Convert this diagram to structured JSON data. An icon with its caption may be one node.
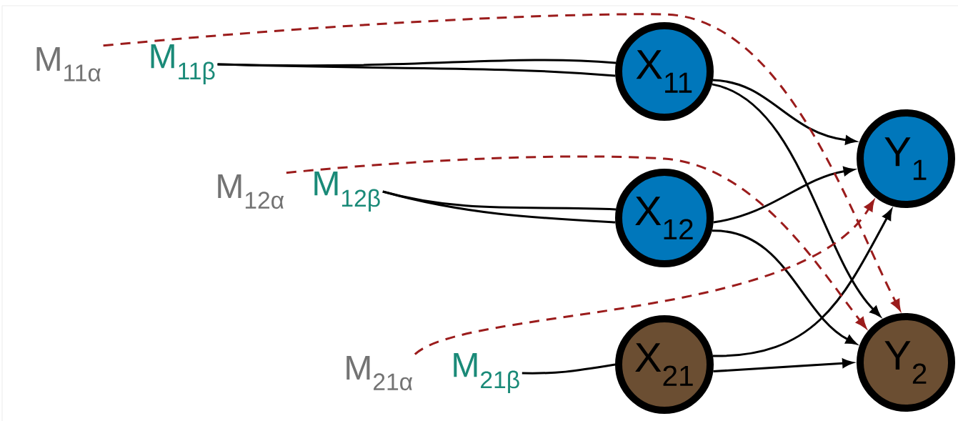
{
  "diagram": {
    "nodes": [
      {
        "text": [
          "M$_{11α}$"
        ]
      },
      {
        "text": [
          "M$_{11β}$"
        ]
      },
      {
        "text": [
          "M$_{12α}$"
        ]
      },
      {
        "text": [
          "M$_{12β}$"
        ]
      },
      {
        "text": [
          "M$_{21α}$"
        ]
      },
      {
        "text": [
          "M$_{21β}$"
        ]
      },
      {
        "text": [
          "X$_{11}$"
        ]
      },
      {
        "text": [
          "X$_{12}$"
        ]
      },
      {
        "text": [
          "X$_{21}$"
        ]
      },
      {
        "text": [
          "Y$_{1}$"
        ]
      },
      {
        "text": [
          "Y$_{2}$"
        ]
      }
    ],
    "edges": [
      {
        "from": 1,
        "to": 6,
        "arrow": "none"
      },
      {
        "from": 1,
        "to": 6,
        "arrow": "none"
      },
      {
        "from": 3,
        "to": 7,
        "arrow": "none"
      },
      {
        "from": 3,
        "to": 7,
        "arrow": "none"
      },
      {
        "from": 5,
        "to": 8,
        "arrow": "none"
      },
      {
        "from": 6,
        "to": 9,
        "arrow": "to"
      },
      {
        "from": 6,
        "to": 10,
        "arrow": "to"
      },
      {
        "from": 7,
        "to": 9,
        "arrow": "to"
      },
      {
        "from": 7,
        "to": 10,
        "arrow": "to"
      },
      {
        "from": 8,
        "to": 9,
        "arrow": "to"
      },
      {
        "from": 8,
        "to": 10,
        "arrow": "to"
      },
      {
        "from": 0,
        "to": 10,
        "arrow": "to",
        "style": "dashed",
        "color": "#9b1c1c"
      },
      {
        "from": 2,
        "to": 10,
        "arrow": "to",
        "style": "dashed",
        "color": "#9b1c1c"
      },
      {
        "from": 4,
        "to": 9,
        "arrow": "to",
        "style": "dashed",
        "color": "#9b1c1c"
      }
    ]
  }
}
